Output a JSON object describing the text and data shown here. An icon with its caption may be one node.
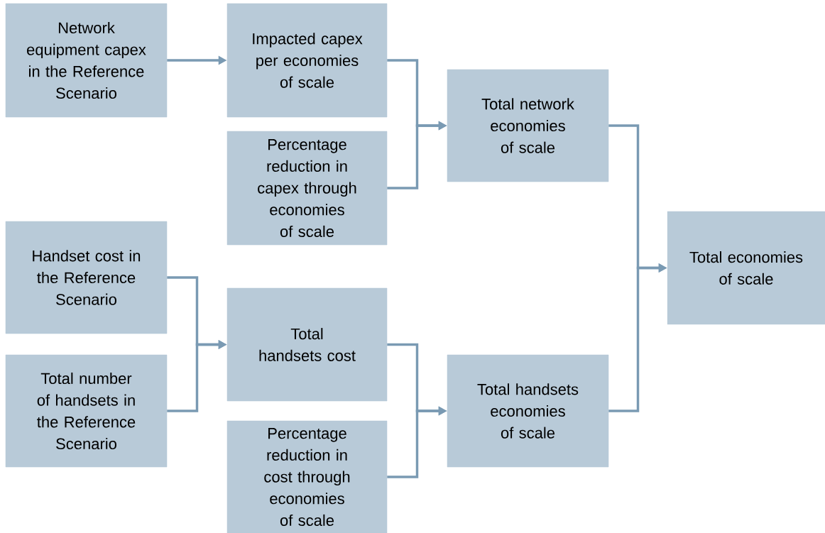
{
  "diagram": {
    "nodes": [
      {
        "text": [
          "Network equipment capex in the Reference Scenario"
        ]
      },
      {
        "text": [
          "Impacted capex per economies of scale"
        ]
      },
      {
        "text": [
          "Percentage reduction in capex through economies of scale"
        ]
      },
      {
        "text": [
          "Total network economies of scale"
        ]
      },
      {
        "text": [
          "Handset cost in the Reference Scenario"
        ]
      },
      {
        "text": [
          "Total number of handsets in the Reference Scenario"
        ]
      },
      {
        "text": [
          "Total handsets cost"
        ]
      },
      {
        "text": [
          "Percentage reduction in cost through economies of scale"
        ]
      },
      {
        "text": [
          "Total handsets economies of scale"
        ]
      },
      {
        "text": [
          "Total economies of scale"
        ]
      }
    ],
    "edges": [
      {
        "from": 0,
        "to": 1,
        "arrow": "to"
      },
      {
        "from": 1,
        "to": 3,
        "arrow": "to"
      },
      {
        "from": 2,
        "to": 3,
        "arrow": "to"
      },
      {
        "from": 4,
        "to": 6,
        "arrow": "to"
      },
      {
        "from": 5,
        "to": 6,
        "arrow": "to"
      },
      {
        "from": 6,
        "to": 8,
        "arrow": "to"
      },
      {
        "from": 7,
        "to": 8,
        "arrow": "to"
      },
      {
        "from": 3,
        "to": 9,
        "arrow": "to"
      },
      {
        "from": 8,
        "to": 9,
        "arrow": "to"
      }
    ]
  }
}
